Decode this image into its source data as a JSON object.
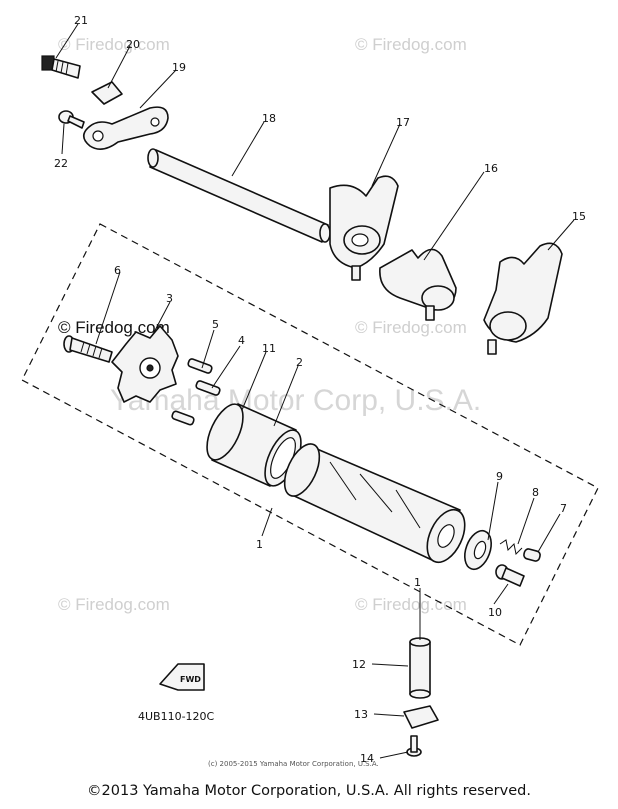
{
  "watermark_text": "© Firedog.com",
  "center_watermark": "Yamaha Motor Corp, U.S.A.",
  "callouts": {
    "p1": "1",
    "p2": "2",
    "p3": "3",
    "p4": "4",
    "p5": "5",
    "p6": "6",
    "p7": "7",
    "p8": "8",
    "p9": "9",
    "p10": "10",
    "p11": "11",
    "p12": "12",
    "p13": "13",
    "p14": "14",
    "p15": "15",
    "p16": "16",
    "p17": "17",
    "p18": "18",
    "p19": "19",
    "p20": "20",
    "p21": "21",
    "p22": "22"
  },
  "diagram_code": "4UB110-120C",
  "fwd_label": "FWD",
  "small_copyright": "(c) 2005-2015 Yamaha Motor Corporation, U.S.A.",
  "copyright": "©2013 Yamaha Motor Corporation, U.S.A. All rights reserved."
}
